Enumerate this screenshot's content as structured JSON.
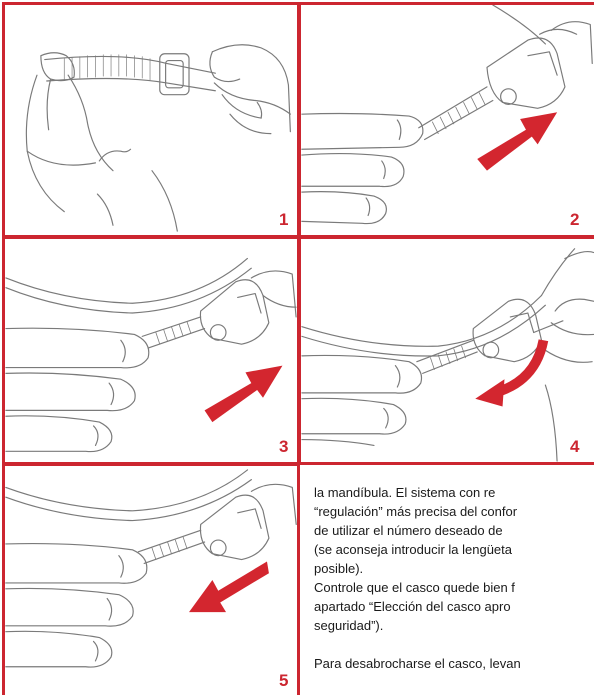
{
  "colors": {
    "frame": "#cc2630",
    "arrow": "#d3262f",
    "line": "#7a7a7a",
    "text": "#1a1a1a"
  },
  "panels": [
    {
      "number": "1"
    },
    {
      "number": "2"
    },
    {
      "number": "3"
    },
    {
      "number": "4"
    },
    {
      "number": "5"
    }
  ],
  "text": {
    "lines": [
      "la mandíbula. El sistema con re",
      "“regulación” más precisa del confor",
      "de utilizar el número deseado de",
      "(se aconseja introducir la lengüeta",
      "posible).",
      "Controle que el casco quede bien f",
      "apartado “Elección del casco apro",
      "seguridad”).",
      "Para desabrocharse el casco, levan"
    ]
  }
}
